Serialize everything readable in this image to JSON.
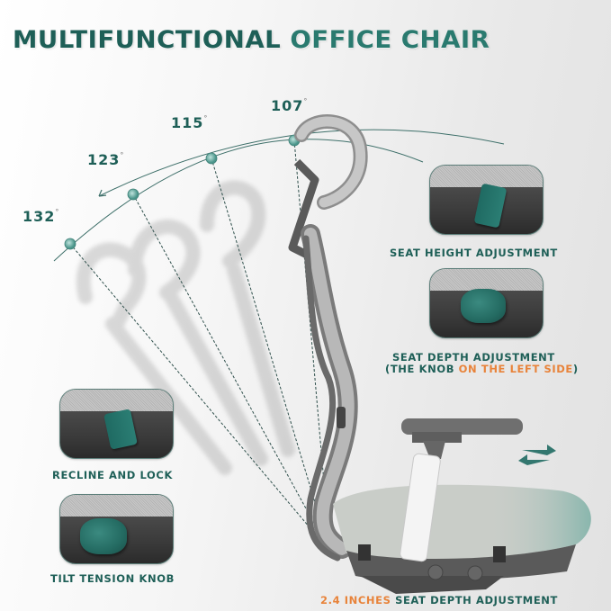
{
  "title": {
    "part1": "MULTIFUNCTIONAL",
    "part2": "OFFICE CHAIR"
  },
  "recline_angles": [
    {
      "value": "107",
      "unit": "°"
    },
    {
      "value": "115",
      "unit": "°"
    },
    {
      "value": "123",
      "unit": "°"
    },
    {
      "value": "132",
      "unit": "°"
    }
  ],
  "features": {
    "seat_height": {
      "label": "SEAT HEIGHT ADJUSTMENT",
      "icon": "lever-icon"
    },
    "seat_depth": {
      "label": "SEAT DEPTH ADJUSTMENT",
      "note_prefix": "(THE KNOB ",
      "note_highlight": "ON THE LEFT SIDE",
      "note_suffix": ")",
      "icon": "knob-icon"
    },
    "recline_lock": {
      "label": "RECLINE AND LOCK",
      "icon": "lever-icon"
    },
    "tilt_tension": {
      "label": "TILT TENSION KNOB",
      "icon": "knob-icon"
    }
  },
  "footer": {
    "highlight": "2.4 INCHES",
    "text": "SEAT DEPTH ADJUSTMENT"
  },
  "colors": {
    "teal": "#1e5f57",
    "orange": "#e8833a",
    "background": "#f2f2f2"
  },
  "arrow_icon": "bidirectional-arrows-icon"
}
